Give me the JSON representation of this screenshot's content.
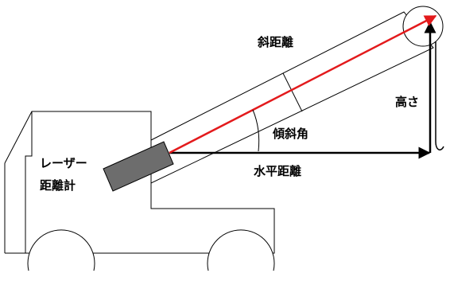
{
  "labels": {
    "slant_distance": "斜距離",
    "height": "高さ",
    "tilt_angle": "傾斜角",
    "horizontal_distance": "水平距離",
    "device_line1": "レーザー",
    "device_line2": "距離計"
  },
  "colors": {
    "measurement_line": "#e31a1c",
    "device_body": "#6d6d6d",
    "outline": "#000000"
  }
}
